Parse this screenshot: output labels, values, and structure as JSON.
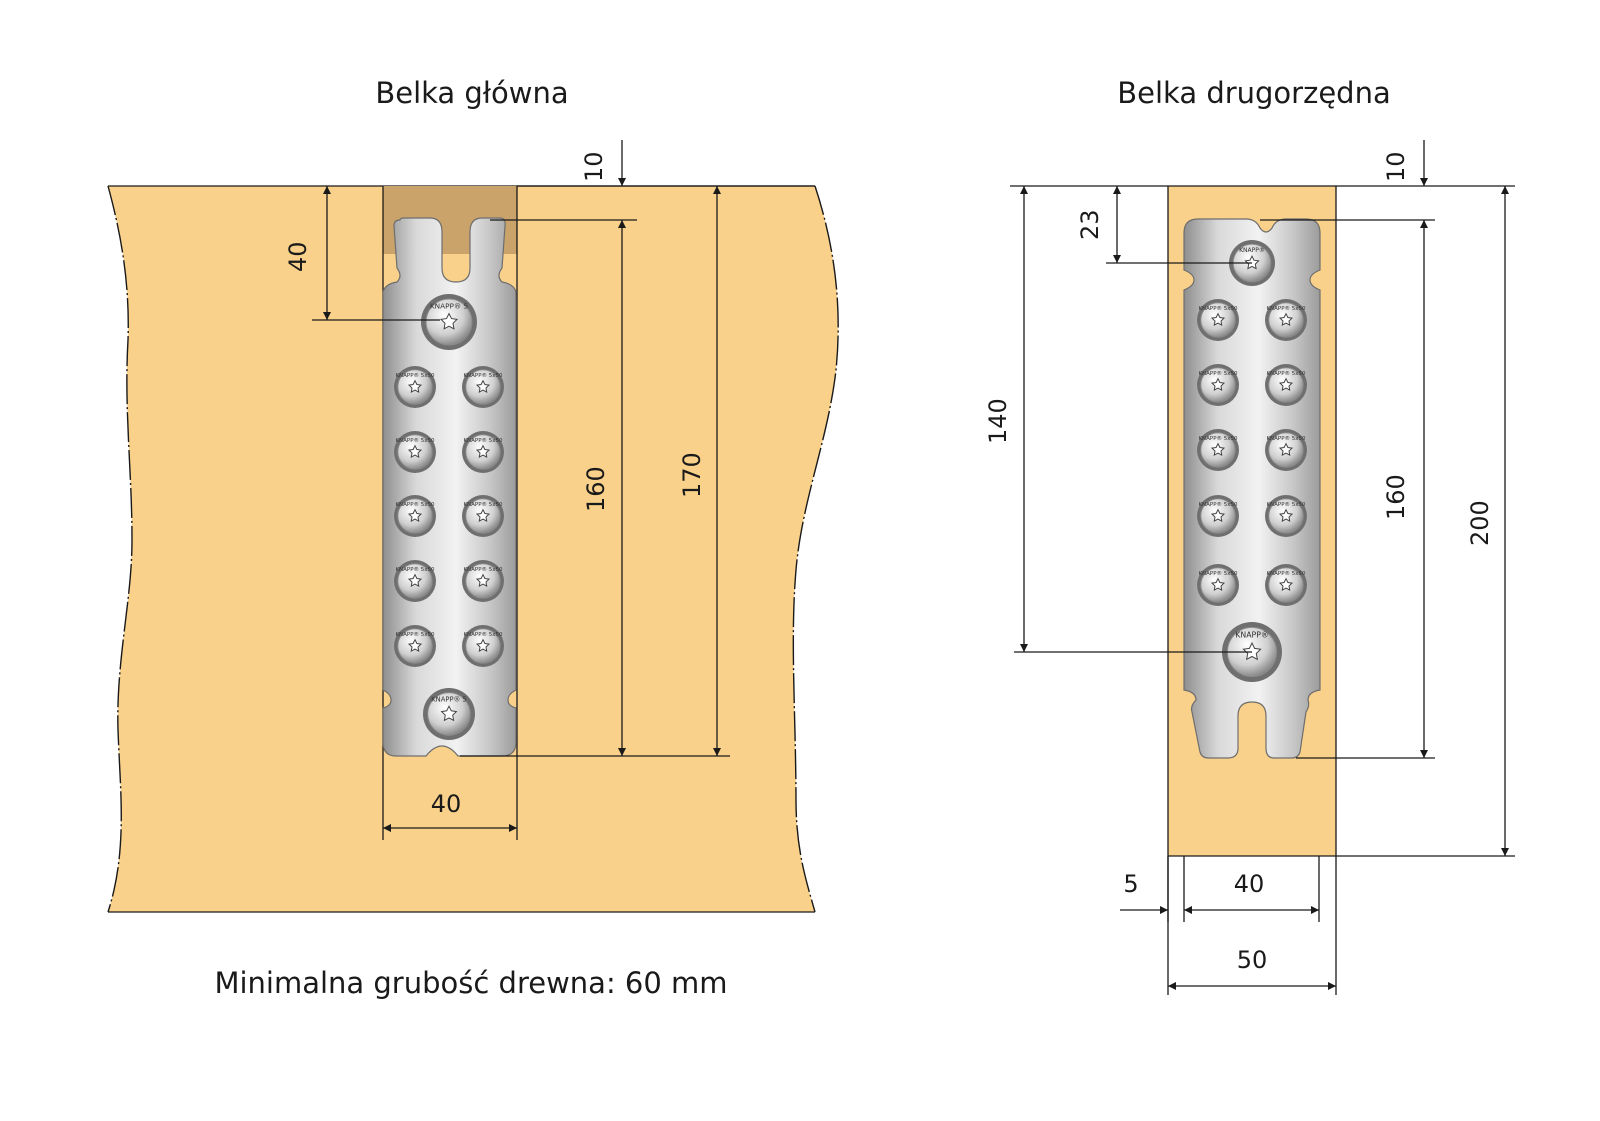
{
  "titles": {
    "main_beam": "Belka główna",
    "secondary_beam": "Belka drugorzędna",
    "note": "Minimalna grubość drewna: 60 mm"
  },
  "main_beam_dims": {
    "top_offset": "10",
    "screw_offset": "40",
    "length_160": "160",
    "length_170": "170",
    "width": "40"
  },
  "secondary_beam_dims": {
    "top_offset": "10",
    "screw_offset": "23",
    "length_140": "140",
    "length_160": "160",
    "length_200": "200",
    "edge": "5",
    "width": "40",
    "beam_width": "50"
  },
  "colors": {
    "wood": "#f9d18b",
    "slot": "#c9a36a",
    "steel_light": "#eeeeee",
    "steel_dark": "#9a9a9a",
    "line": "#1a1a1a"
  },
  "screw_heads": {
    "main_large": [
      "KNAPP® 5",
      "KNAPP® 5"
    ],
    "secondary_large": [
      "KNAPP®",
      "KNAPP®"
    ],
    "small": "KNAPP® 5x50"
  }
}
